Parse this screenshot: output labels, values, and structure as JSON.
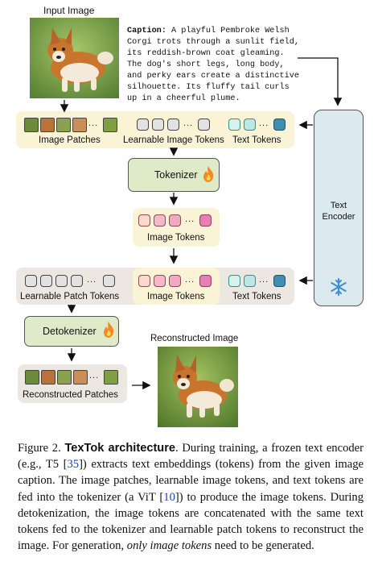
{
  "input_image": {
    "label": "Input Image"
  },
  "caption": {
    "heading": "Caption:",
    "lines": [
      " A playful Pembroke Welsh",
      "Corgi trots through a sunlit field,",
      "its reddish-brown coat gleaming.",
      "The dog's short legs, long body,",
      "and perky ears create a distinctive",
      "silhouette. Its fluffy tail curls",
      "up in a cheerful plume."
    ]
  },
  "row1": {
    "image_patches": "Image Patches",
    "learnable_image_tokens": "Learnable Image Tokens",
    "text_tokens": "Text Tokens"
  },
  "tokenizer": {
    "label": "Tokenizer",
    "icon": "flame-icon"
  },
  "image_tokens_mid": "Image Tokens",
  "text_encoder": {
    "line1": "Text",
    "line2": "Encoder",
    "icon": "snowflake-icon"
  },
  "row2": {
    "learnable_patch_tokens": "Learnable Patch Tokens",
    "image_tokens": "Image Tokens",
    "text_tokens": "Text Tokens"
  },
  "detokenizer": {
    "label": "Detokenizer",
    "icon": "flame-icon"
  },
  "reconstructed_image": {
    "label": "Reconstructed Image"
  },
  "reconstructed_patches": "Reconstructed Patches",
  "dots": "...",
  "figure_caption": {
    "prefix": "Figure 2.",
    "title": "TexTok architecture",
    "t1": ". During training, a frozen text encoder (e.g., T5 [",
    "ref1": "35",
    "t2": "]) extracts text embeddings (tokens) from the given image caption. The image patches, learnable image tokens, and text tokens are fed into the tokenizer (a ViT [",
    "ref2": "10",
    "t3": "]) to produce the image tokens. During detokenization, the image tokens are concatenated with the same text tokens fed to the tokenizer and learnable patch tokens to reconstruct the image. For generation, ",
    "emph": "only image tokens",
    "t4": " need to be generated."
  },
  "colors": {
    "cream_panel": "#fbf3d6",
    "grey_panel": "#ece8e1",
    "module_green": "#dfeac9",
    "encoder_blue": "#dce9ee",
    "token_grey": "#e2e2e2",
    "token_teal": "#b9e8e5",
    "token_blue": "#3e8fb2",
    "token_pink": "#e77fb0",
    "token_peach": "#fbd9cc"
  }
}
